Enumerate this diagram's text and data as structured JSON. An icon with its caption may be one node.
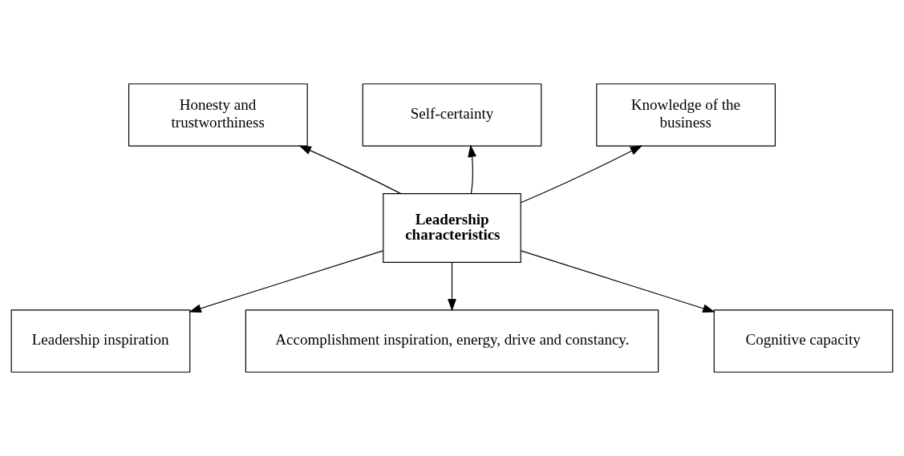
{
  "diagram": {
    "nodes": [
      {
        "text": [
          "Self-certainty"
        ]
      },
      {
        "text": [
          "Honesty and trustworthiness"
        ]
      },
      {
        "text": [
          "Knowledge of the business"
        ]
      },
      {
        "text": [
          "Leadership characteristics"
        ]
      },
      {
        "text": [
          "Leadership inspiration"
        ]
      },
      {
        "text": [
          "Cognitive capacity"
        ]
      },
      {
        "text": [
          "Accomplishment inspiration, energy, drive and constancy."
        ]
      }
    ],
    "edges": [
      {
        "from": 3,
        "to": 1,
        "arrow": "to"
      },
      {
        "from": 3,
        "to": 0,
        "arrow": "to"
      },
      {
        "from": 3,
        "to": 2,
        "arrow": "to"
      },
      {
        "from": 3,
        "to": 4,
        "arrow": "to"
      },
      {
        "from": 3,
        "to": 6,
        "arrow": "to"
      },
      {
        "from": 3,
        "to": 5,
        "arrow": "to"
      }
    ]
  }
}
